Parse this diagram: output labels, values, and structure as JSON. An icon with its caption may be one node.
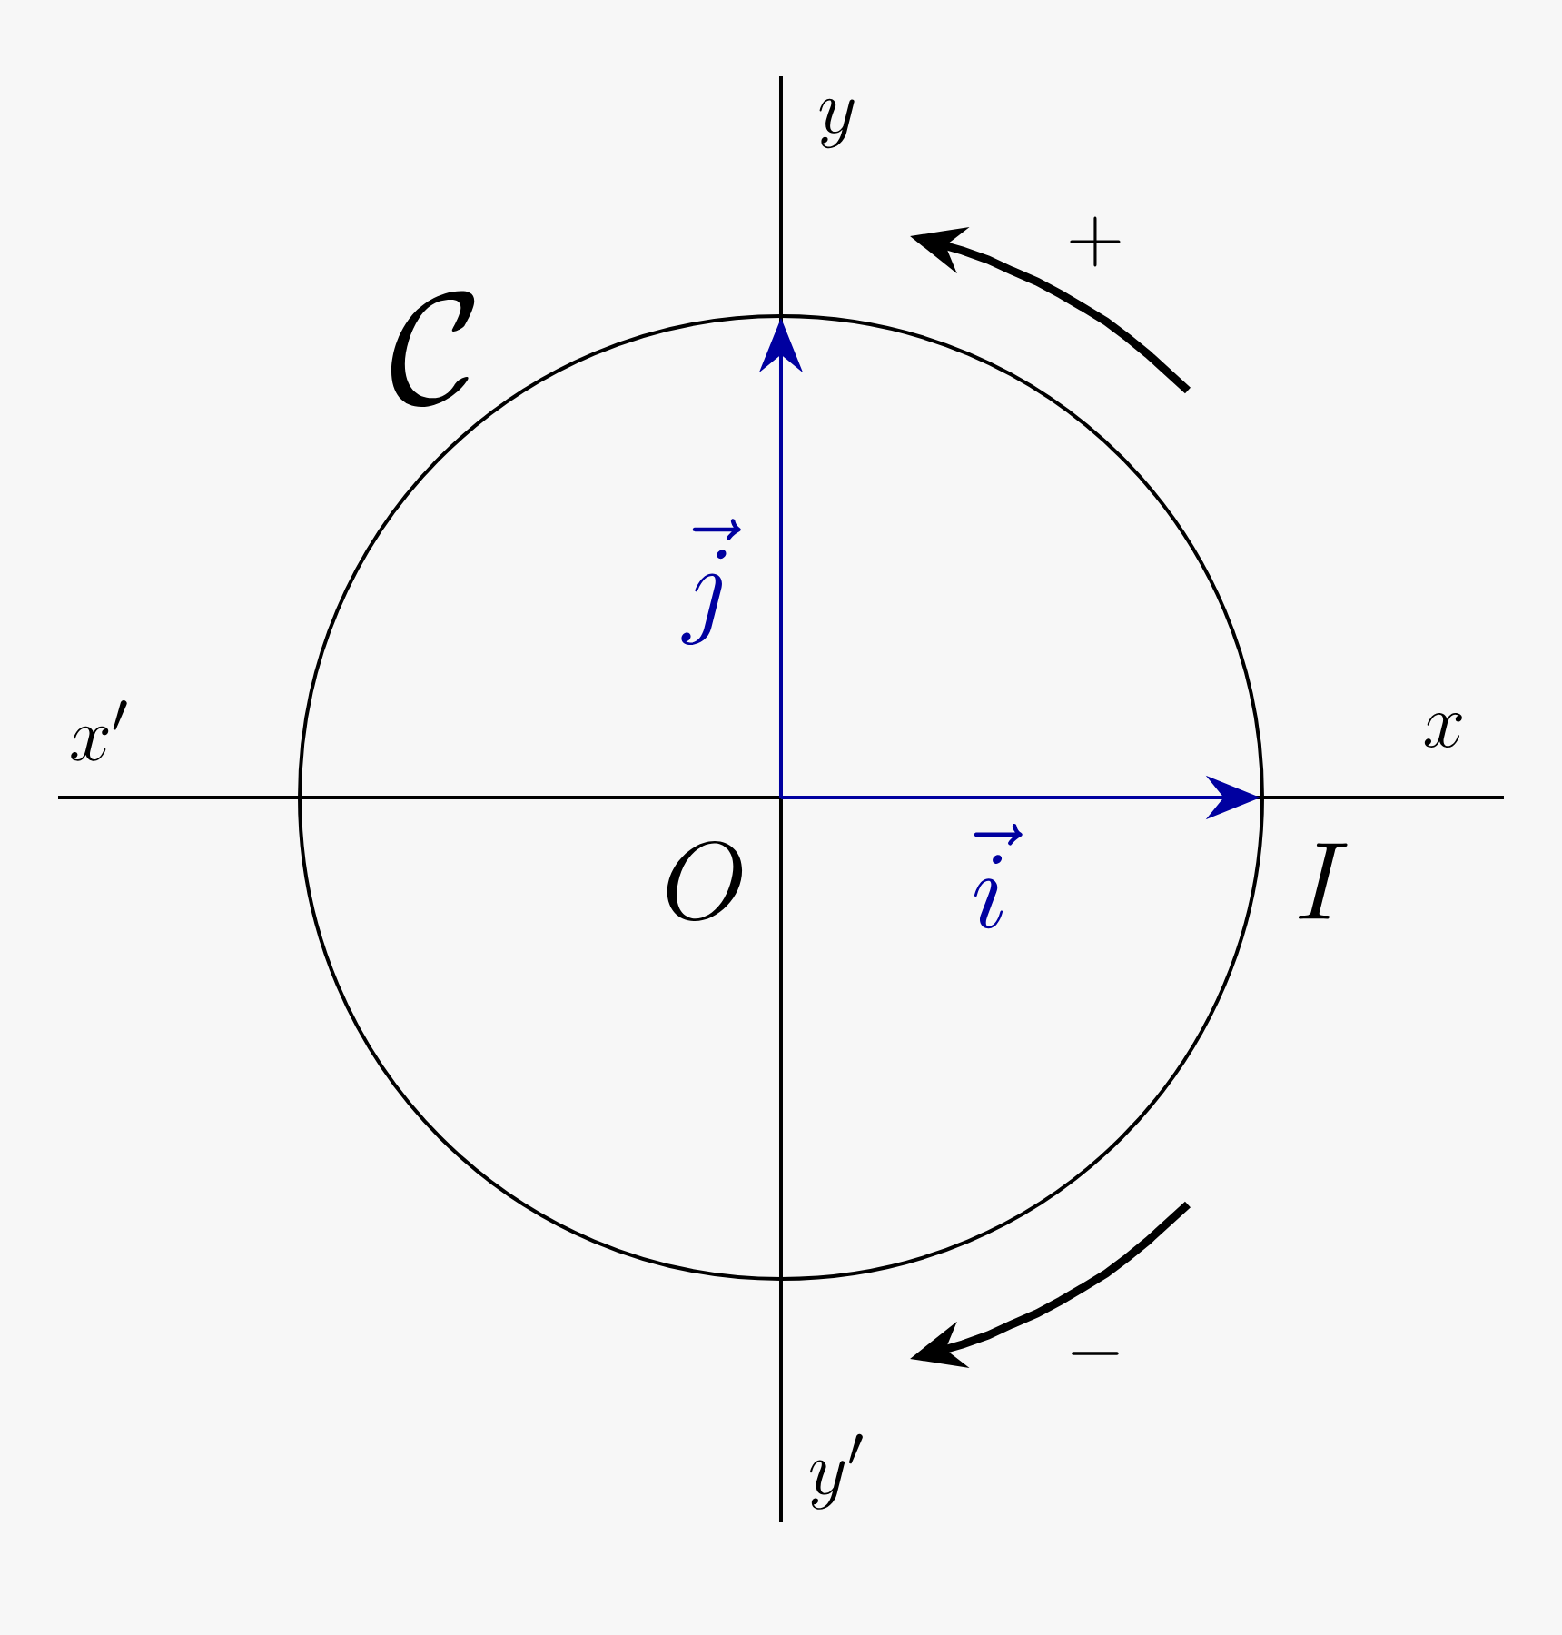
{
  "diagram": {
    "labels": [
      "y",
      "+",
      "\\mathcal{C}",
      "\\vec{j}",
      "x'",
      "x",
      "O",
      "\\vec{i}",
      "I",
      "-",
      "y'"
    ]
  }
}
